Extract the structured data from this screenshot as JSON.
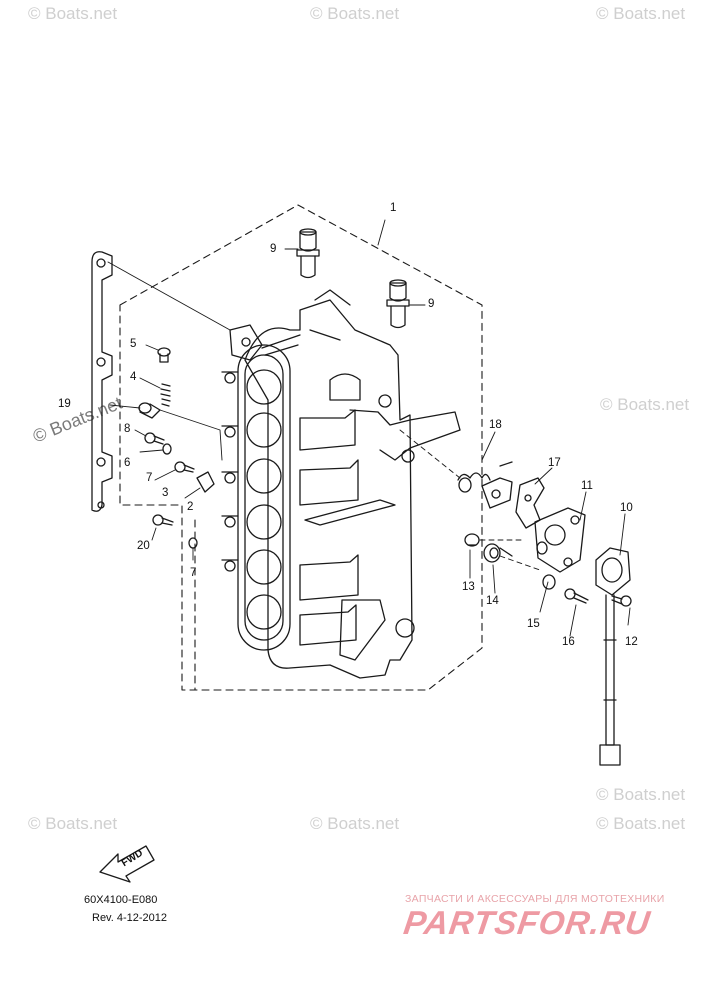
{
  "watermarks": [
    "© Boats.net",
    "© Boats.net",
    "© Boats.net",
    "© Boats.net",
    "© Boats.net",
    "© Boats.net",
    "© Boats.net",
    "© Boats.net",
    "© Boats.net"
  ],
  "part_numbers": [
    "1",
    "2",
    "3",
    "4",
    "5",
    "6",
    "7",
    "7",
    "8",
    "9",
    "9",
    "10",
    "11",
    "12",
    "13",
    "14",
    "15",
    "16",
    "17",
    "18",
    "19",
    "20"
  ],
  "fwd_label": "FWD",
  "diagram_code": "60X4100-E080",
  "revision": "Rev.  4-12-2012",
  "brand": {
    "tagline": "ЗАПЧАСТИ И АКСЕССУАРЫ ДЛЯ МОТОТЕХНИКИ",
    "name": "PARTSFOR.RU"
  },
  "colors": {
    "line": "#1a1a1a",
    "watermark": "#cfcfcf",
    "brand": "#ee9aa3"
  }
}
